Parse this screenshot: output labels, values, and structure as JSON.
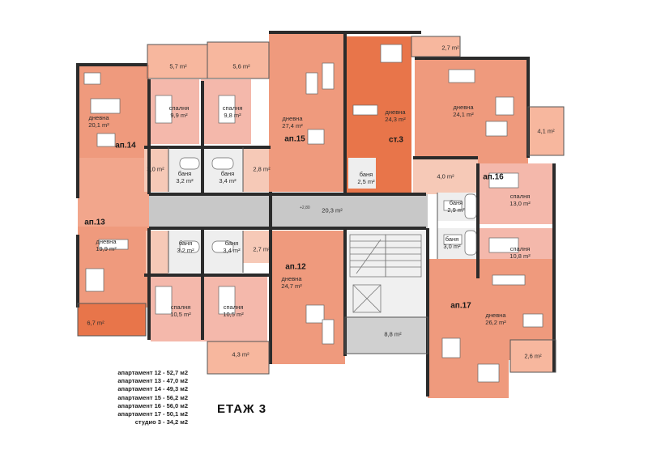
{
  "floor_title": "ЕТАЖ 3",
  "level_mark": "+2,80",
  "apartments": {
    "ap12": "ап.12",
    "ap13": "ап.13",
    "ap14": "ап.14",
    "ap15": "ап.15",
    "ap16": "ап.16",
    "ap17": "ап.17",
    "st3": "ст.3"
  },
  "rooms": {
    "r14_terrace": {
      "name": "",
      "area": "5,7 m²"
    },
    "r15_terrace": {
      "name": "",
      "area": "5,6 m²"
    },
    "st3_terrace": {
      "name": "",
      "area": "2,7 m²"
    },
    "r16_balcony": {
      "name": "",
      "area": "4,1 m²"
    },
    "r14_living": {
      "name": "дневна",
      "area": "20,1 m²"
    },
    "r14_bed": {
      "name": "спалня",
      "area": "9,9 m²"
    },
    "r15_bed": {
      "name": "спалня",
      "area": "9,8 m²"
    },
    "r15_living": {
      "name": "дневна",
      "area": "27,4 m²"
    },
    "st3_living": {
      "name": "дневна",
      "area": "24,3 m²"
    },
    "r16_living": {
      "name": "дневна",
      "area": "24,1 m²"
    },
    "r14_hall": {
      "name": "",
      "area": "3,0 m²"
    },
    "r14_bath": {
      "name": "баня",
      "area": "3,2 m²"
    },
    "r15_bath": {
      "name": "баня",
      "area": "3,4 m²"
    },
    "r15_hall": {
      "name": "",
      "area": "2,8 m²"
    },
    "st3_bath": {
      "name": "баня",
      "area": "2,5 m²"
    },
    "r16_hall": {
      "name": "",
      "area": "4,0 m²"
    },
    "r16_bed": {
      "name": "спалня",
      "area": "13,0 m²"
    },
    "r16_bath": {
      "name": "баня",
      "area": "2,9 m²"
    },
    "corridor": {
      "name": "",
      "area": "20,3 m²"
    },
    "r13_living": {
      "name": "дневна",
      "area": "19,9 m²"
    },
    "r13_bath": {
      "name": "баня",
      "area": "3,2 m²"
    },
    "r12_bath": {
      "name": "баня",
      "area": "3,4 m²"
    },
    "r12_hall": {
      "name": "",
      "area": "2,7 m²"
    },
    "r12_living": {
      "name": "дневна",
      "area": "24,7 m²"
    },
    "r17_bath": {
      "name": "баня",
      "area": "3,0 m²"
    },
    "r17_bed": {
      "name": "спалня",
      "area": "10,8 m²"
    },
    "r13_bed": {
      "name": "спалня",
      "area": "10,5 m²"
    },
    "r12_bed": {
      "name": "спалня",
      "area": "10,5 m²"
    },
    "r17_living": {
      "name": "дневна",
      "area": "26,2 m²"
    },
    "r13_terrace": {
      "name": "",
      "area": "6,7 m²"
    },
    "stair_landing": {
      "name": "",
      "area": "8,8 m²"
    },
    "r12_terrace": {
      "name": "",
      "area": "4,3 m²"
    },
    "r17_terrace": {
      "name": "",
      "area": "2,6 m²"
    }
  },
  "legend": [
    "апартамент 12 - 52,7 м2",
    "апартамент 13 - 47,0 м2",
    "апартамент 14 - 49,3 м2",
    "апартамент 15 - 56,2 м2",
    "апартамент 16 - 56,0 м2",
    "апартамент 17 - 50,1 м2",
    "студио 3 - 34,2 м2"
  ],
  "colors": {
    "terrace": "#f7b79e",
    "living": "#ef9a7d",
    "bedroom": "#f4b8ab",
    "hall": "#f6c9b7",
    "bath": "#eeeeee",
    "corridor": "#c8c8c8",
    "studio": "#e8754a",
    "wall": "#2b2b2b"
  }
}
